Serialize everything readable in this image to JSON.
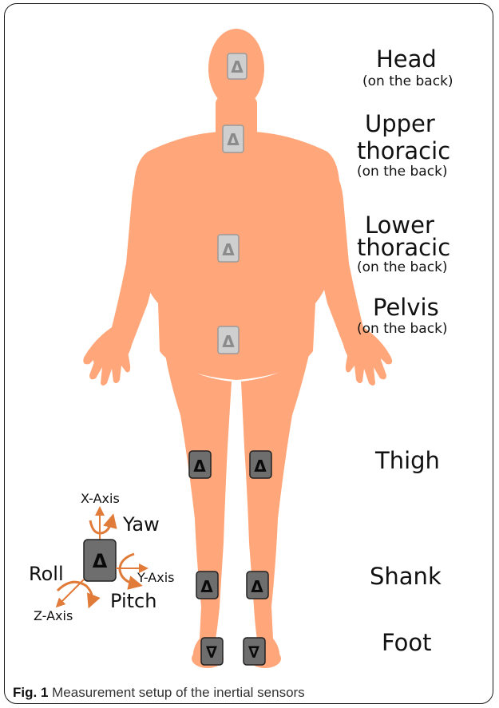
{
  "labels": {
    "head": "Head",
    "head_sub": "(on the back)",
    "upper_1": "Upper",
    "upper_2": "thoracic",
    "upper_sub": "(on the back)",
    "lower_1": "Lower",
    "lower_2": "thoracic",
    "lower_sub": "(on the back)",
    "pelvis": "Pelvis",
    "pelvis_sub": "(on the back)",
    "thigh": "Thigh",
    "shank": "Shank",
    "foot": "Foot"
  },
  "sensor_symbol_up": "Δ",
  "sensor_symbol_down": "∇",
  "axes": {
    "x_axis": "X-Axis",
    "y_axis": "Y-Axis",
    "z_axis": "Z-Axis",
    "yaw": "Yaw",
    "pitch": "Pitch",
    "roll": "Roll"
  },
  "caption": {
    "prefix": "Fig. 1",
    "text": " Measurement setup of the inertial sensors"
  },
  "colors": {
    "body": "#ffa77a",
    "sensor_back_fill": "#cfcfcf",
    "sensor_leg_fill": "#6e6e6e",
    "axis_arrow": "#e07b39"
  }
}
